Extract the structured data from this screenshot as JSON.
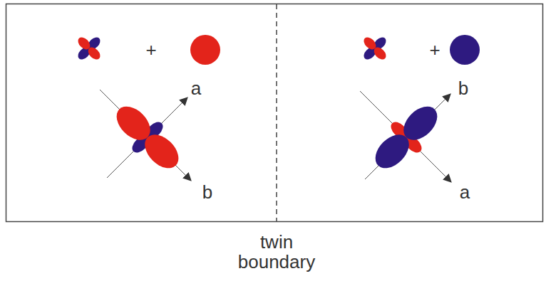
{
  "diagram": {
    "labels": [
      "+",
      "+",
      "a",
      "b",
      "b",
      "a",
      "twin boundary"
    ]
  }
}
